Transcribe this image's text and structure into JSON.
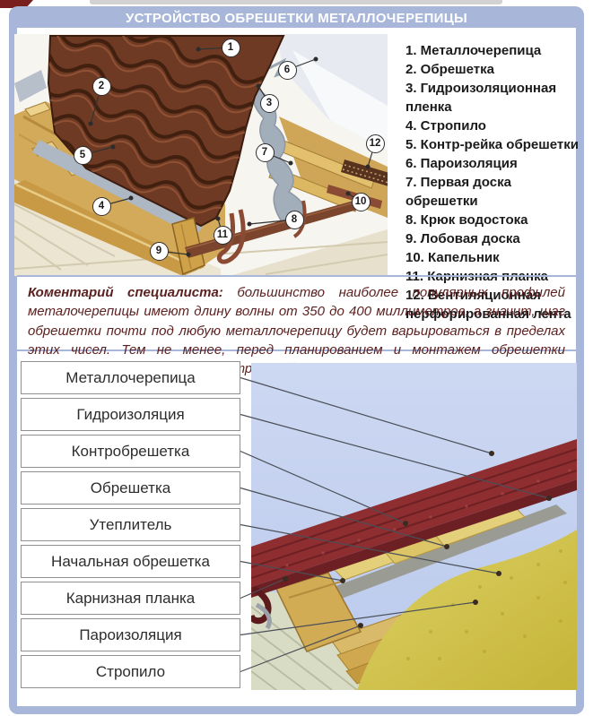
{
  "header": {
    "title": "УСТРОЙСТВО ОБРЕШЕТКИ МЕТАЛЛОЧЕРЕПИЦЫ"
  },
  "upper_diagram": {
    "legend": [
      "1. Металлочерепица",
      "2. Обрешетка",
      "3. Гидроизоляционная пленка",
      "4. Стропило",
      "5. Контр-рейка обрешетки",
      "6. Пароизоляция",
      "7. Первая доска обрешетки",
      "8. Крюк водостока",
      "9. Лобовая доска",
      "10. Капельник",
      "11. Карнизная планка",
      "12. Вентиляционная перфорированная лента"
    ],
    "badges": [
      "1",
      "2",
      "3",
      "4",
      "5",
      "6",
      "7",
      "8",
      "9",
      "10",
      "11",
      "12"
    ]
  },
  "comment": {
    "lead": "Коментарий специалиста:",
    "body": " большинство наиболее популярных профилей металочерепицы имеют длину волны от 350 до 400 миллиметров, а значит, шаг обрешетки почти под любую металлочерепицу будет варьироваться в пределах этих чисел. Тем не менее, перед планированием и монтажем обрешетки необходимо ознакомиться с инструкцией производителя."
  },
  "lower_diagram": {
    "labels": [
      "Металлочерепица",
      "Гидроизоляция",
      "Контробрешетка",
      "Обрешетка",
      "Утеплитель",
      "Начальная обрешетка",
      "Карнизная планка",
      "Пароизоляция",
      "Стропило"
    ]
  },
  "palette": {
    "frame": "#a7b6d9",
    "title_text": "#ffffff",
    "comment_ink": "#5c2121",
    "legend_ink": "#1b1b1b",
    "tile_brown": "#6f3a24",
    "roof_red": "#8e2e30",
    "insulation_yellow": "#d5c74e",
    "wood": "#d3a95a",
    "film_gray": "#a9b3bf",
    "sky_blue": "#c6d2ef"
  }
}
